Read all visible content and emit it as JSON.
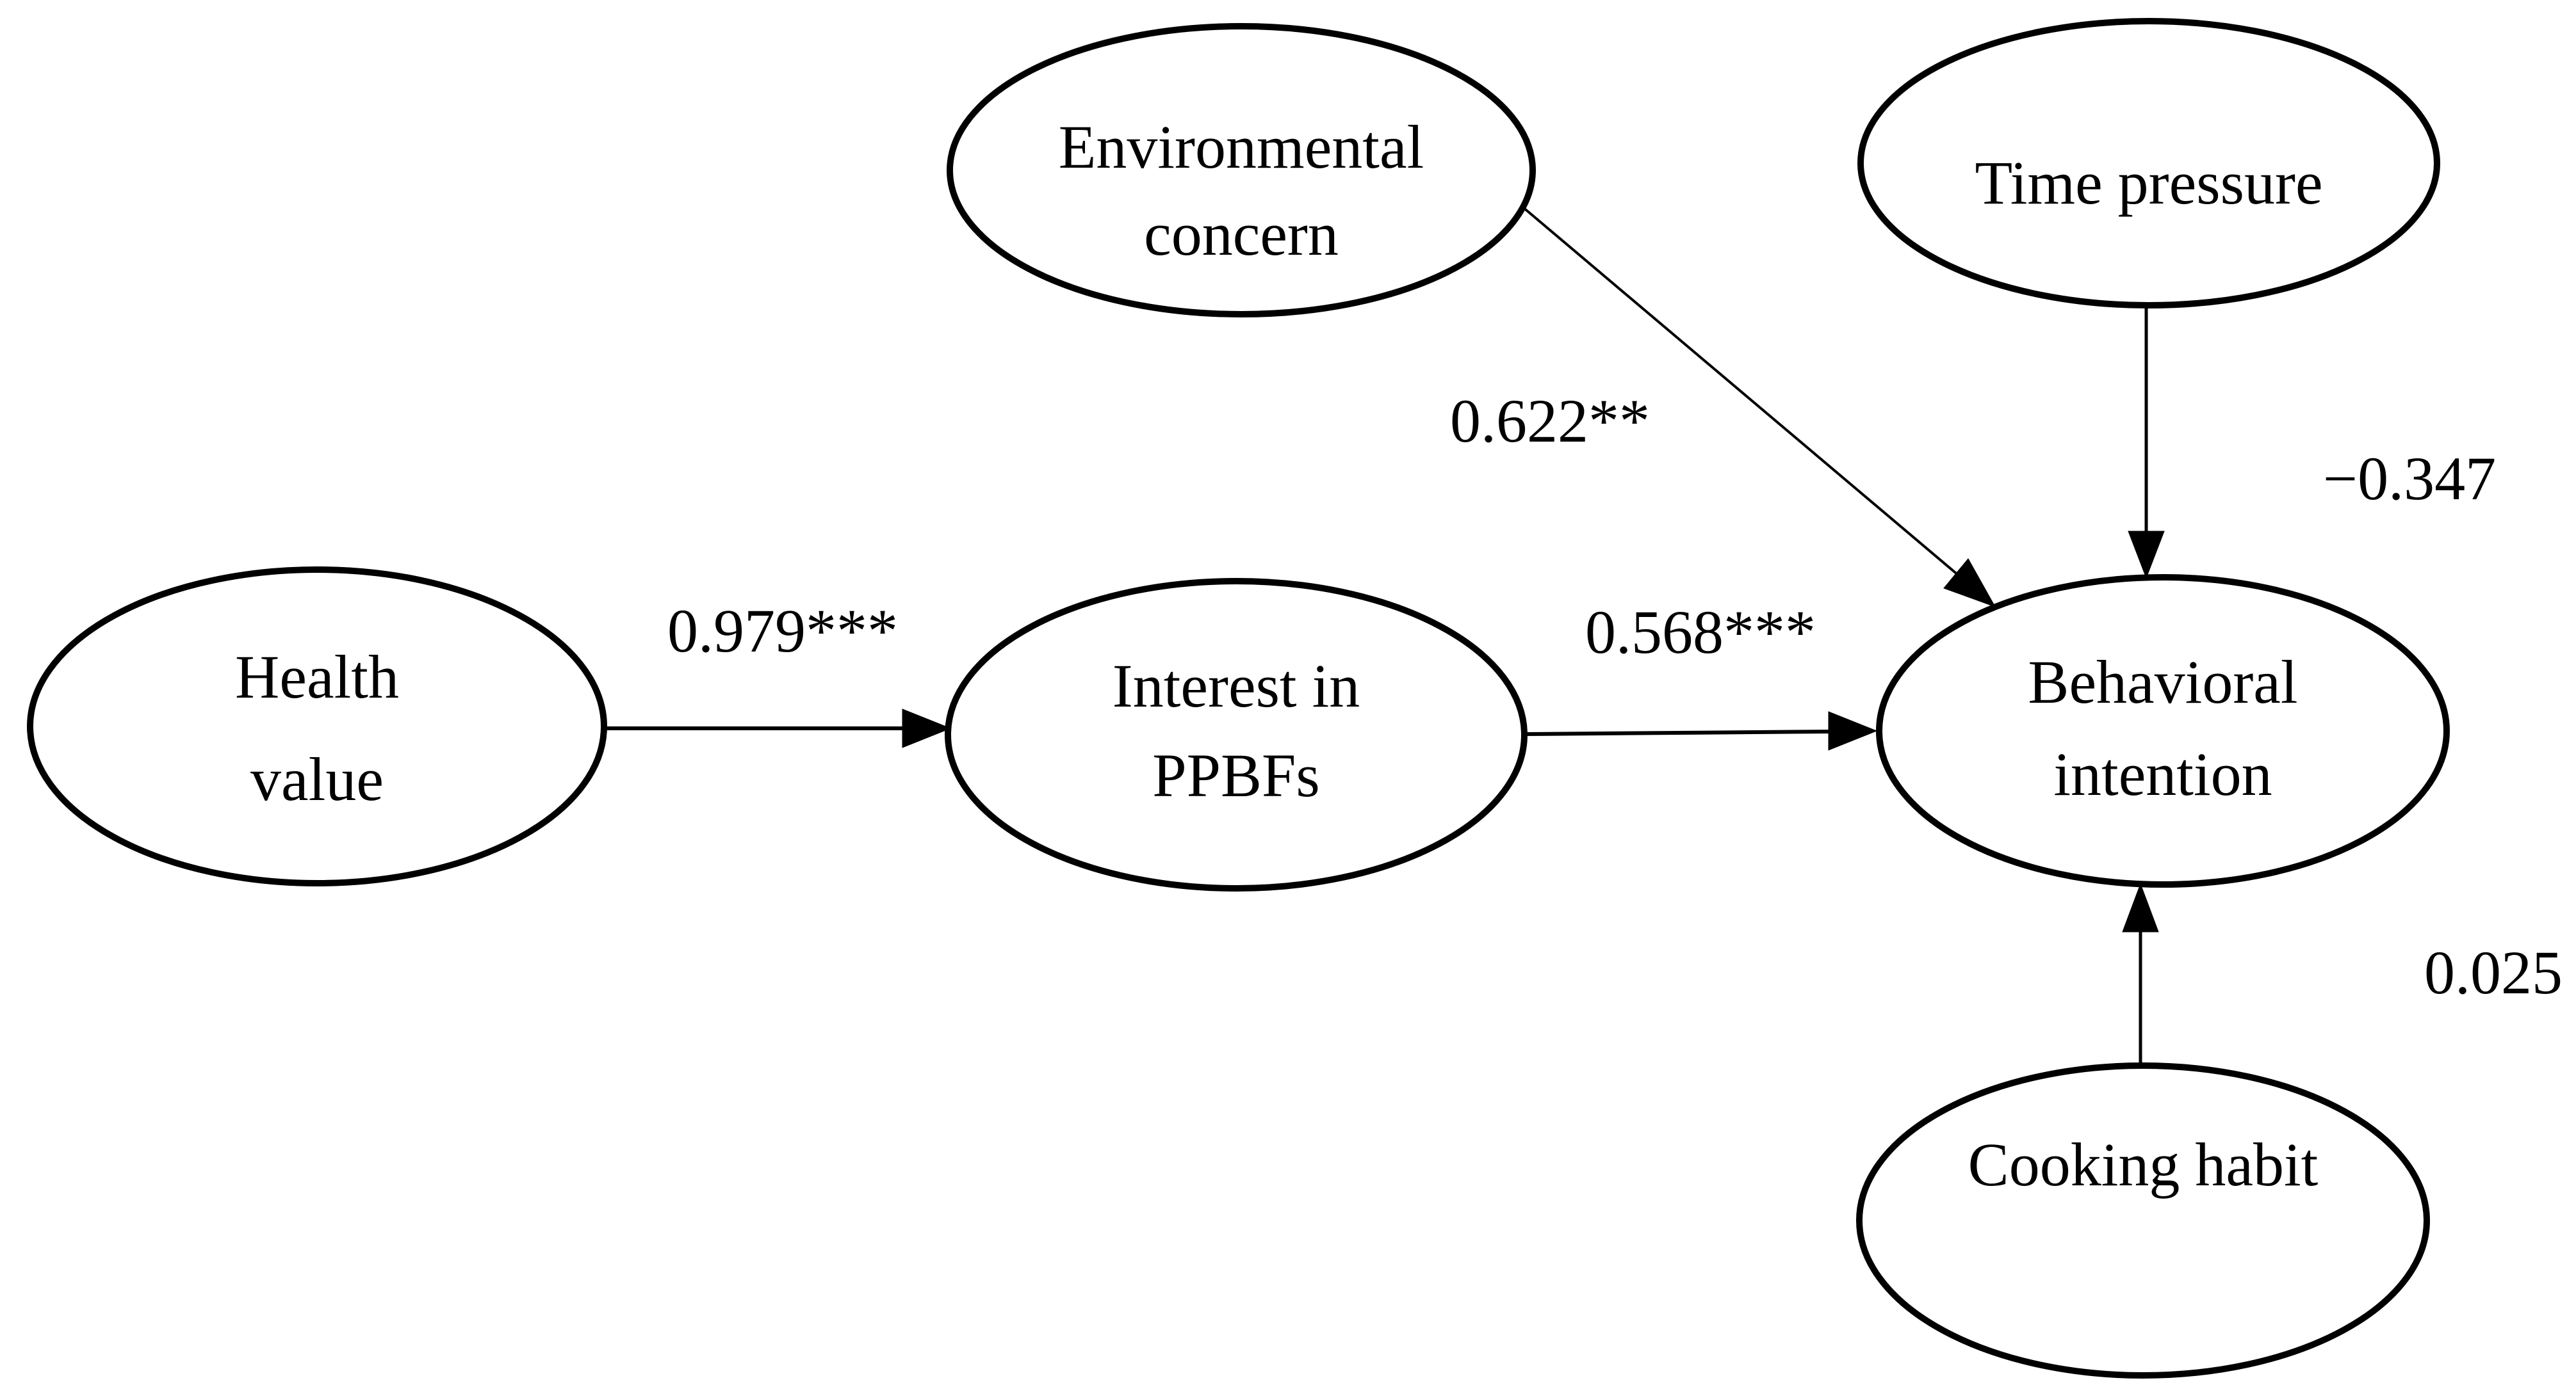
{
  "figure": {
    "type": "path-diagram",
    "colors": {
      "background": "#ffffff",
      "ink": "#000000"
    },
    "nodes": [
      {
        "id": "health-value",
        "label": "Health value",
        "line1": "Health",
        "line2": "value"
      },
      {
        "id": "interest-in-ppbfs",
        "label": "Interest in PPBFs",
        "line1": "Interest in",
        "line2": "PPBFs"
      },
      {
        "id": "environmental-concern",
        "label": "Environmental concern",
        "line1": "Environmental",
        "line2": "concern"
      },
      {
        "id": "time-pressure",
        "label": "Time pressure",
        "line1": "Time pressure"
      },
      {
        "id": "behavioral-intention",
        "label": "Behavioral intention",
        "line1": "Behavioral",
        "line2": "intention"
      },
      {
        "id": "cooking-habit",
        "label": "Cooking habit",
        "line1": "Cooking habit"
      }
    ],
    "edges": [
      {
        "from": "health-value",
        "to": "interest-in-ppbfs",
        "label": "0.979***"
      },
      {
        "from": "interest-in-ppbfs",
        "to": "behavioral-intention",
        "label": "0.568***"
      },
      {
        "from": "environmental-concern",
        "to": "behavioral-intention",
        "label": "0.622**"
      },
      {
        "from": "time-pressure",
        "to": "behavioral-intention",
        "label": "−0.347"
      },
      {
        "from": "cooking-habit",
        "to": "behavioral-intention",
        "label": "0.025"
      }
    ]
  }
}
